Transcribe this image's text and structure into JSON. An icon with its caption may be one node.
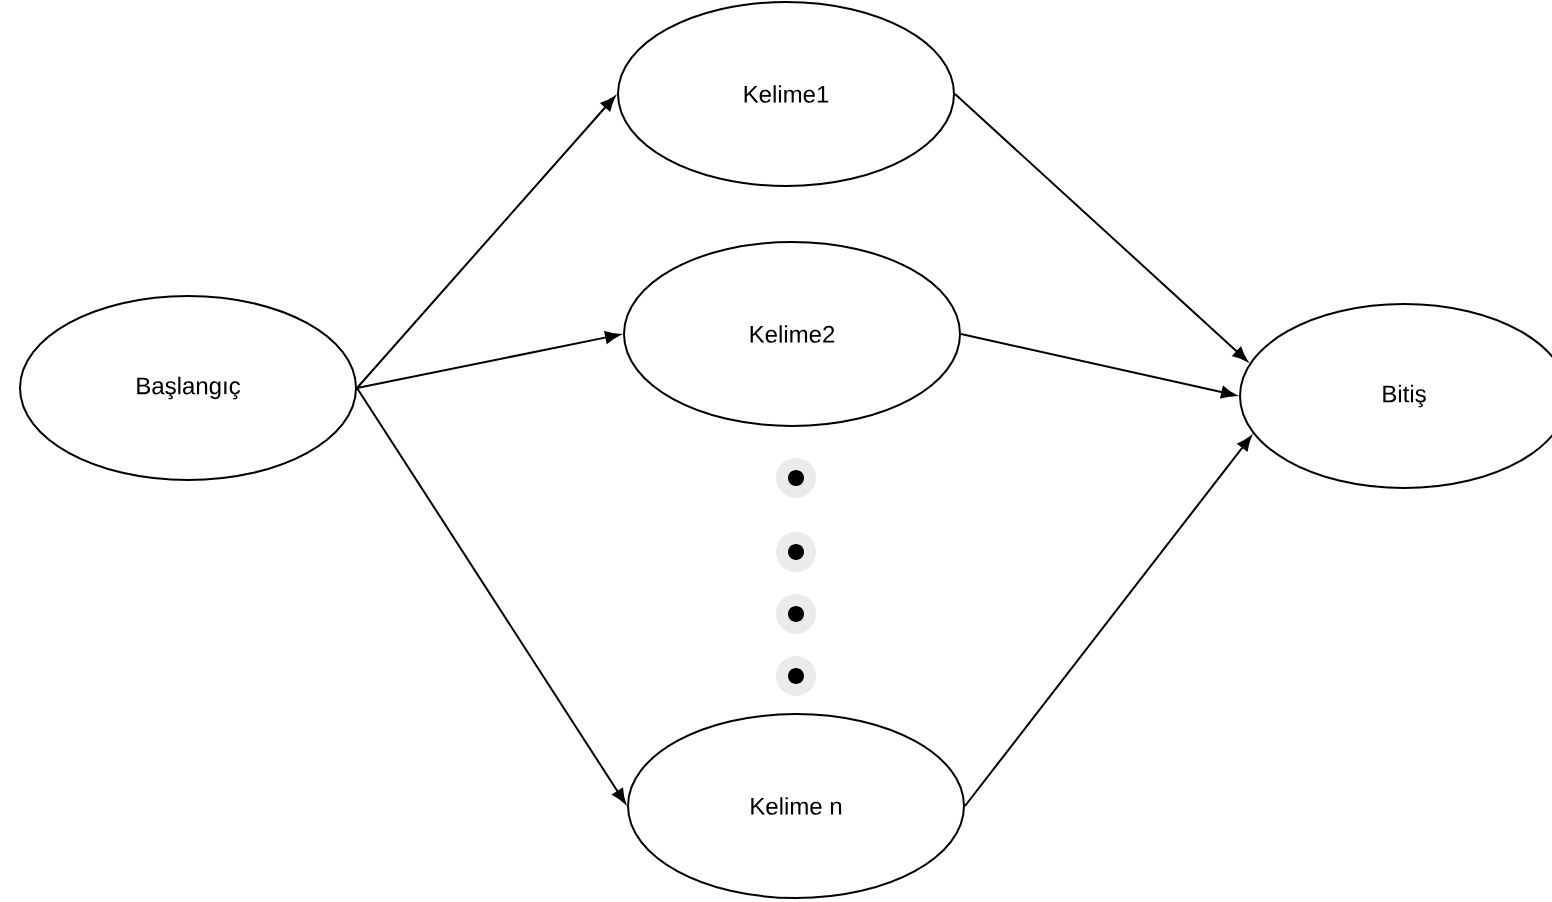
{
  "diagram": {
    "nodes": [
      {
        "text": [
          "Başlangıç"
        ]
      },
      {
        "text": [
          "Kelime1"
        ]
      },
      {
        "text": [
          "Kelime2"
        ]
      },
      {
        "text": [
          "Kelime n"
        ]
      },
      {
        "text": [
          "Bitiş"
        ]
      }
    ],
    "edges": [
      {
        "from": 0,
        "to": 1,
        "arrow": "to"
      },
      {
        "from": 0,
        "to": 2,
        "arrow": "to"
      },
      {
        "from": 0,
        "to": 3,
        "arrow": "to"
      },
      {
        "from": 1,
        "to": 4,
        "arrow": "to"
      },
      {
        "from": 2,
        "to": 4,
        "arrow": "to"
      },
      {
        "from": 3,
        "to": 4,
        "arrow": "to"
      }
    ]
  }
}
